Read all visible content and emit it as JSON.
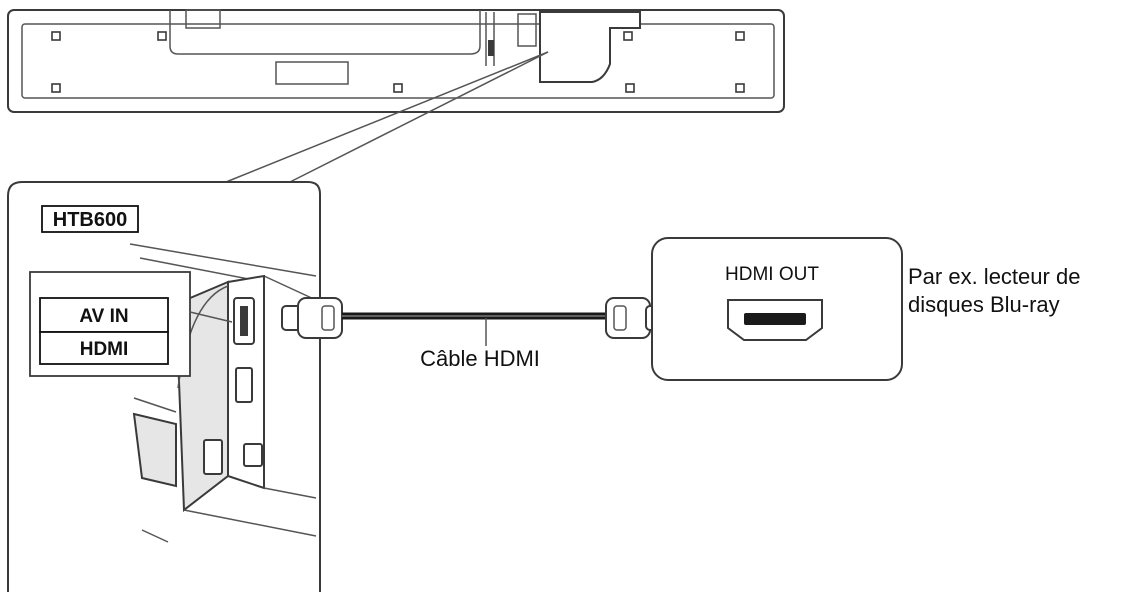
{
  "soundbar": {
    "model_label": "HTB600",
    "ports": {
      "av_in": "AV IN",
      "hdmi": "HDMI"
    }
  },
  "cable": {
    "label": "Câble HDMI"
  },
  "source_device": {
    "port_label": "HDMI OUT",
    "description_line1": "Par ex. lecteur de",
    "description_line2": "disques Blu-ray"
  }
}
